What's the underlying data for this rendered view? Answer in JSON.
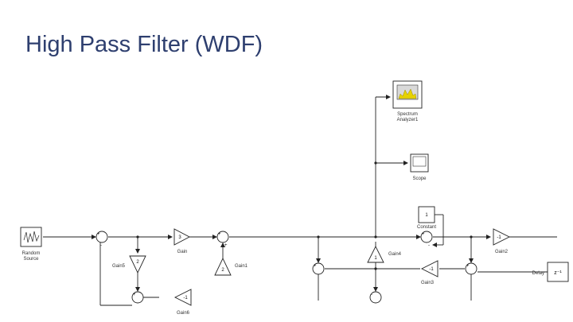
{
  "slide": {
    "title": "High Pass Filter (WDF)"
  },
  "blocks": {
    "random_source": {
      "label_line1": "Random",
      "label_line2": "Source"
    },
    "spectrum": {
      "label_line1": "Spectrum",
      "label_line2": "Analyzer1"
    },
    "scope": {
      "label": "Scope"
    },
    "constant": {
      "label": "Constant",
      "value": "1"
    },
    "gain": {
      "label": "Gain",
      "value": "3"
    },
    "gain1": {
      "label": "Gain1",
      "value": "2"
    },
    "gain2": {
      "label": "Gain2",
      "value": "-1"
    },
    "gain3": {
      "label": "Gain3",
      "value": "-1"
    },
    "gain4": {
      "label": "Gain4",
      "value": "1"
    },
    "gain5": {
      "label": "Gain5",
      "value": "2"
    },
    "gain6": {
      "label": "Gain6",
      "value": "-1"
    },
    "delay": {
      "label": "Delay",
      "value": "z⁻¹"
    }
  },
  "signs": {
    "plus": "+",
    "minus": "-"
  }
}
